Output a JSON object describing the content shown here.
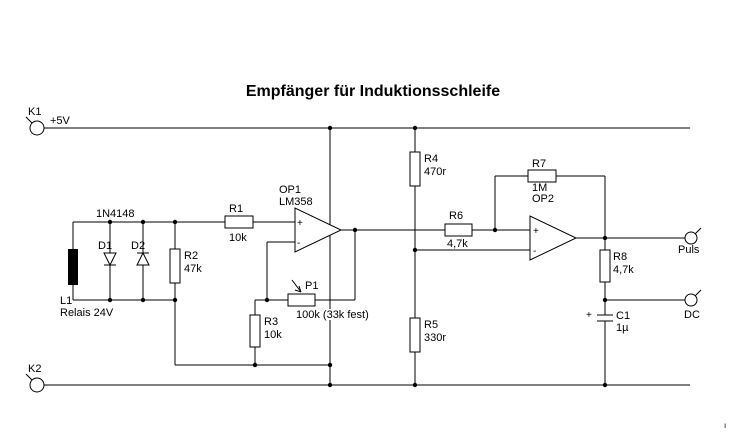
{
  "title": "Empfänger für Induktionsschleife",
  "terminals": {
    "k1": {
      "label": "K1",
      "voltage": "+5V"
    },
    "k2": {
      "label": "K2"
    },
    "puls": {
      "label": "Puls"
    },
    "dc": {
      "label": "DC"
    }
  },
  "components": {
    "l1": {
      "ref": "L1",
      "value": "Relais 24V"
    },
    "diodes": {
      "type": "1N4148",
      "d1": "D1",
      "d2": "D2"
    },
    "r1": {
      "ref": "R1",
      "value": "10k"
    },
    "r2": {
      "ref": "R2",
      "value": "47k"
    },
    "r3": {
      "ref": "R3",
      "value": "10k"
    },
    "r4": {
      "ref": "R4",
      "value": "470r"
    },
    "r5": {
      "ref": "R5",
      "value": "330r"
    },
    "r6": {
      "ref": "R6",
      "value": "4,7k"
    },
    "r7": {
      "ref": "R7",
      "value": "1M"
    },
    "r8": {
      "ref": "R8",
      "value": "4,7k"
    },
    "p1": {
      "ref": "P1",
      "value": "100k (33k fest)"
    },
    "c1": {
      "ref": "C1",
      "value": "1µ",
      "polarity": "+"
    },
    "op1": {
      "ref": "OP1",
      "type": "LM358",
      "plus": "+",
      "minus": "-"
    },
    "op2": {
      "ref": "OP2",
      "plus": "+",
      "minus": "-"
    }
  },
  "corner_mark": "ı"
}
